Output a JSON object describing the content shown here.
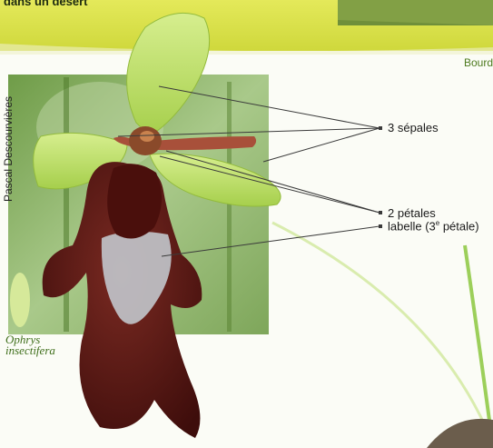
{
  "header": {
    "top_text": "dans un désert",
    "edge_text": "Bourd"
  },
  "photo": {
    "credit": "Pascal Descourvières"
  },
  "labels": {
    "sepales": "3 sépales",
    "petales": "2 pétales",
    "labelle_a": "labelle (3",
    "labelle_sup": "e",
    "labelle_b": " pétale)"
  },
  "species": {
    "line1": "Ophrys",
    "line2": "insectifera"
  },
  "colors": {
    "band": "#dbe34a",
    "leaf": "#b9dd62",
    "labellum": "#5a1614",
    "callout_line": "#3b3b3b"
  }
}
